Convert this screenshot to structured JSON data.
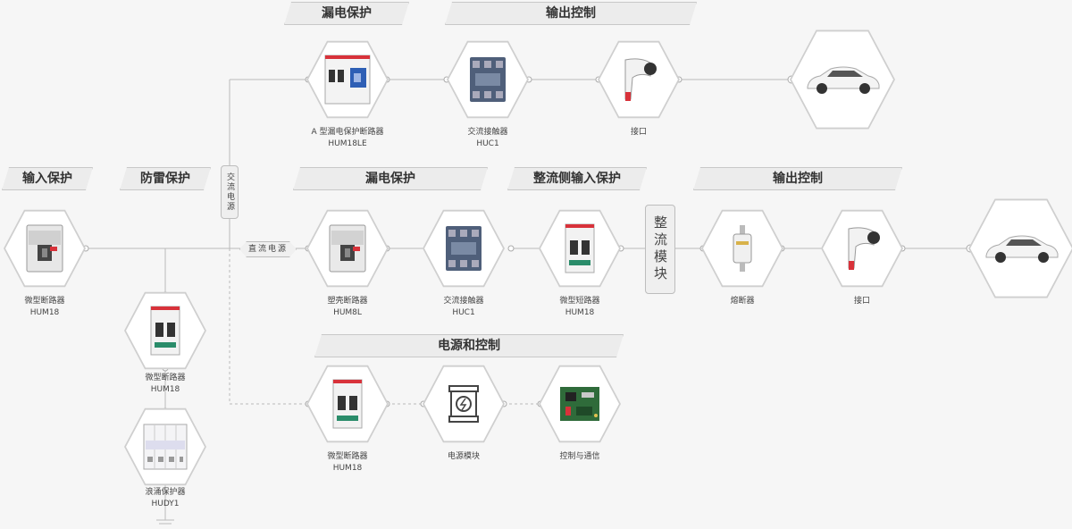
{
  "section_titles": {
    "input_protection": "输入保护",
    "lightning_protection": "防雷保护",
    "ac_leakage_protection": "漏电保护",
    "ac_output_control": "输出控制",
    "dc_leakage_protection": "漏电保护",
    "rectifier_input_protection": "整流侧输入保护",
    "dc_output_control": "输出控制",
    "power_and_control": "电源和控制"
  },
  "power_labels": {
    "ac_power": "交流电源",
    "dc_power": "直流电源",
    "rectifier_module": "整流模块"
  },
  "devices": {
    "input_breaker": {
      "name": "微型断路器",
      "model": "HUM18"
    },
    "lightning_breaker": {
      "name": "微型断路器",
      "model": "HUM18"
    },
    "surge_protector": {
      "name": "浪涌保护器",
      "model": "HUDY1"
    },
    "ac_rcd_breaker": {
      "name": "A 型漏电保护断路器",
      "model": "HUM18LE"
    },
    "ac_contactor": {
      "name": "交流接触器",
      "model": "HUC1"
    },
    "ac_connector": {
      "name": "接口",
      "model": ""
    },
    "dc_mccb": {
      "name": "塑壳断路器",
      "model": "HUM8L"
    },
    "dc_contactor": {
      "name": "交流接触器",
      "model": "HUC1"
    },
    "rectifier_breaker": {
      "name": "微型短路器",
      "model": "HUM18"
    },
    "fuse": {
      "name": "熔断器",
      "model": ""
    },
    "dc_connector": {
      "name": "接口",
      "model": ""
    },
    "control_breaker": {
      "name": "微型断路器",
      "model": "HUM18"
    },
    "power_module": {
      "name": "电源模块",
      "model": ""
    },
    "control_comm": {
      "name": "控制与通信",
      "model": ""
    }
  },
  "colors": {
    "line": "#bbbbbb",
    "accent_red": "#d8323a",
    "contactor_blue": "#4f5f7a",
    "pcb_green": "#2f6b3a"
  }
}
